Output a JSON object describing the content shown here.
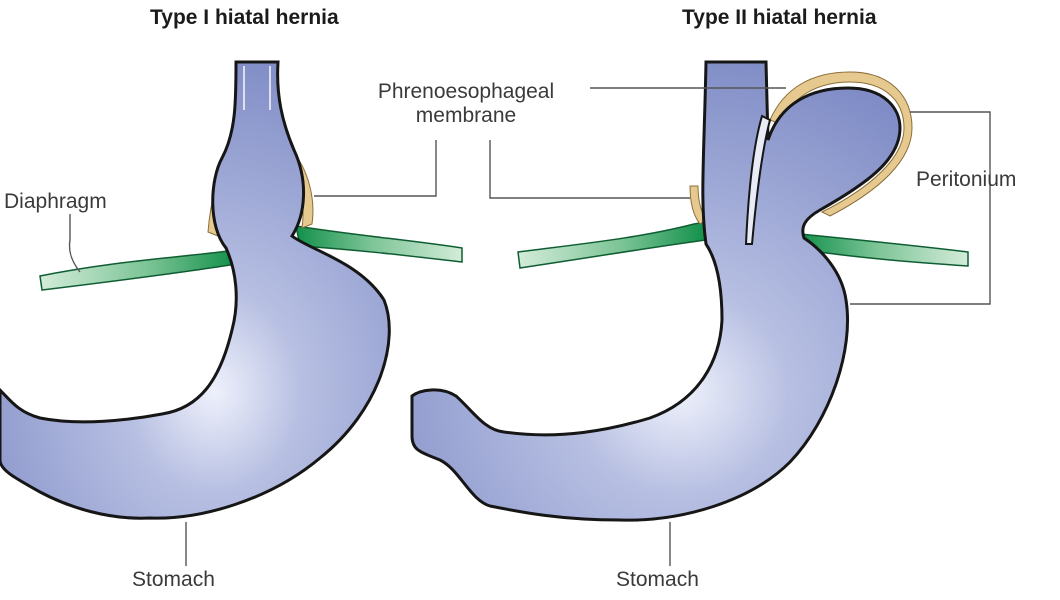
{
  "titles": {
    "type1": "Type I hiatal hernia",
    "type2": "Type II hiatal hernia"
  },
  "labels": {
    "diaphragm": "Diaphragm",
    "phrenoesophageal_line1": "Phrenoesophageal",
    "phrenoesophageal_line2": "membrane",
    "peritonium": "Peritonium",
    "stomach_left": "Stomach",
    "stomach_right": "Stomach"
  },
  "colors": {
    "stomach_fill": "#8f9bd0",
    "stomach_highlight": "#eef1fb",
    "diaphragm": "#1f9a52",
    "membrane": "#e6c98f",
    "outline": "#161616"
  }
}
